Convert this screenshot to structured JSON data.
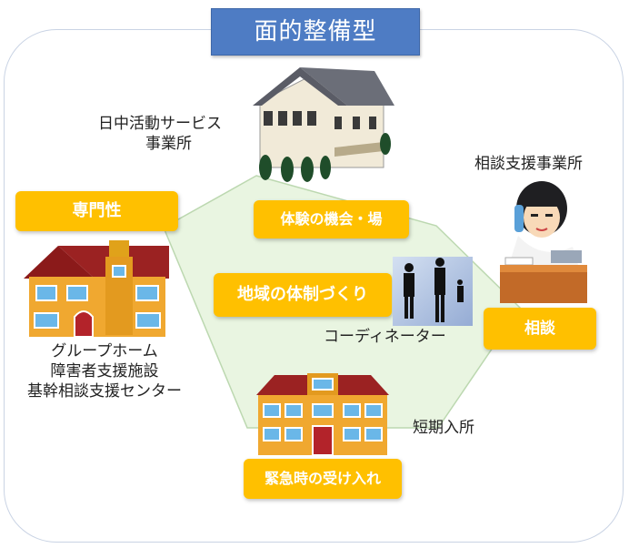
{
  "title": "面的整備型",
  "pills": {
    "expertise": "専門性",
    "experience": "体験の機会・場",
    "system": "地域の体制づくり",
    "consult": "相談",
    "emergency": "緊急時の受け入れ"
  },
  "labels": {
    "daytime_line1": "日中活動サービス",
    "daytime_line2": "事業所",
    "consult_office": "相談支援事業所",
    "group_line1": "グループホーム",
    "group_line2": "障害者支援施設",
    "group_line3": "基幹相談支援センター",
    "coordinator": "コーディネーター",
    "short_stay": "短期入所"
  },
  "colors": {
    "title_bg": "#4e7cc4",
    "pill_bg": "#ffc000",
    "hex_fill": "#e8f4e0",
    "frame_border": "#c9d3e4"
  }
}
